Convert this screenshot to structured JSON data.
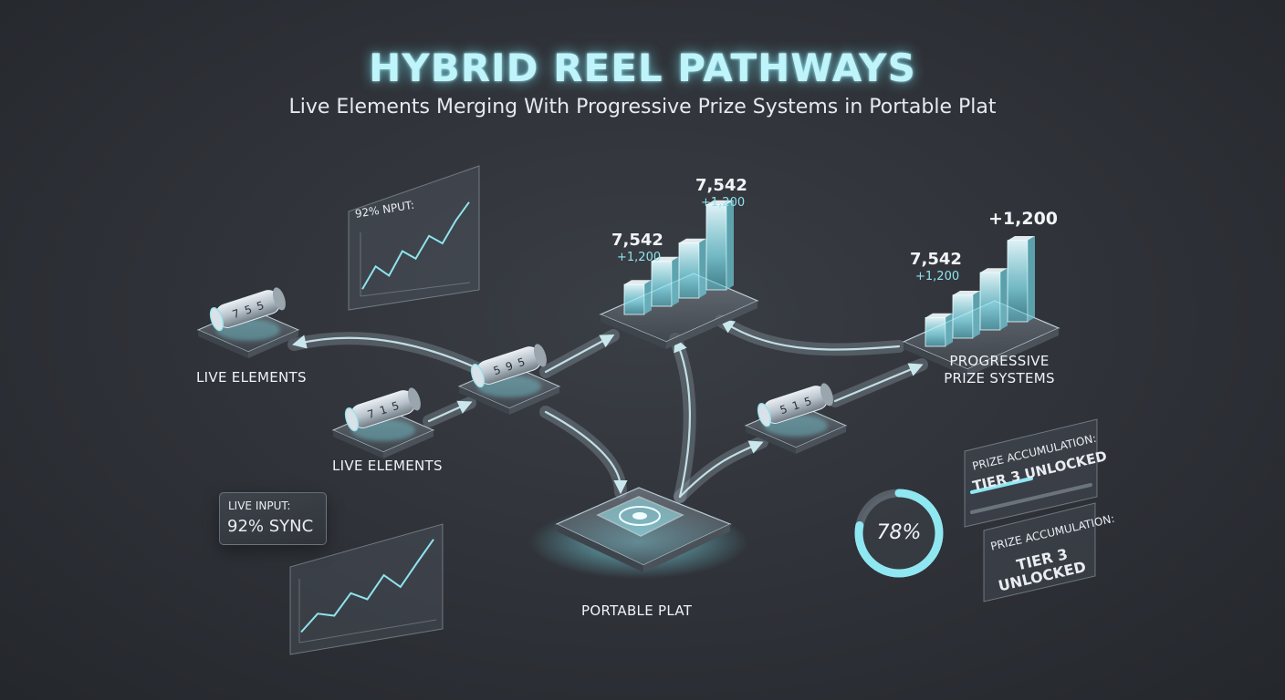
{
  "header": {
    "title": "HYBRID REEL PATHWAYS",
    "subtitle": "Live Elements Merging With Progressive Prize Systems in Portable Plat"
  },
  "nodes": {
    "live_elements_top": {
      "label": "LIVE ELEMENTS",
      "reel_digits": [
        "7",
        "5",
        "5"
      ]
    },
    "live_elements_bottom": {
      "label": "LIVE ELEMENTS",
      "reel_digits": [
        "7",
        "1",
        "5"
      ]
    },
    "center_reel": {
      "reel_digits": [
        "5",
        "9",
        "5"
      ]
    },
    "right_reel": {
      "reel_digits": [
        "5",
        "1",
        "5"
      ]
    },
    "progressive_prize_systems": {
      "label_line1": "PROGRESSIVE",
      "label_line2": "PRIZE SYSTEMS"
    },
    "portable_plat": {
      "label": "PORTABLE PLAT"
    }
  },
  "jackpot_center": {
    "value_a": "7,542",
    "delta_a": "+1,200",
    "value_b": "7,542",
    "delta_b": "+1,200",
    "bar_levels": [
      0.3,
      0.45,
      0.55,
      0.85
    ]
  },
  "jackpot_right": {
    "value": "7,542",
    "delta": "+1,200",
    "top_delta": "+1,200",
    "bar_levels": [
      0.3,
      0.45,
      0.6,
      0.85
    ]
  },
  "input_panel_top": {
    "label": "92% NPUT:",
    "sparkline": [
      0.05,
      0.3,
      0.18,
      0.45,
      0.35,
      0.6,
      0.5,
      0.75,
      0.95
    ]
  },
  "input_panel_bottom": {
    "label": "LIVE INPUT:",
    "value": "92% SYNC",
    "sparkline": [
      0.05,
      0.25,
      0.2,
      0.45,
      0.35,
      0.62,
      0.45,
      0.72,
      0.98
    ]
  },
  "gauge": {
    "value_text": "78%",
    "level": 0.78
  },
  "prize_panel_1": {
    "title": "PRIZE ACCUMULATION:",
    "status": "TIER 3 UNLOCKED",
    "progress": 0.5
  },
  "prize_panel_2": {
    "title": "PRIZE ACCUMULATION:",
    "status_line1": "TIER 3",
    "status_line2": "UNLOCKED"
  },
  "colors": {
    "accent": "#7fe6f2",
    "background": "#2e3137",
    "panel_border": "#c8d7e1",
    "text": "#f0f3f6"
  }
}
